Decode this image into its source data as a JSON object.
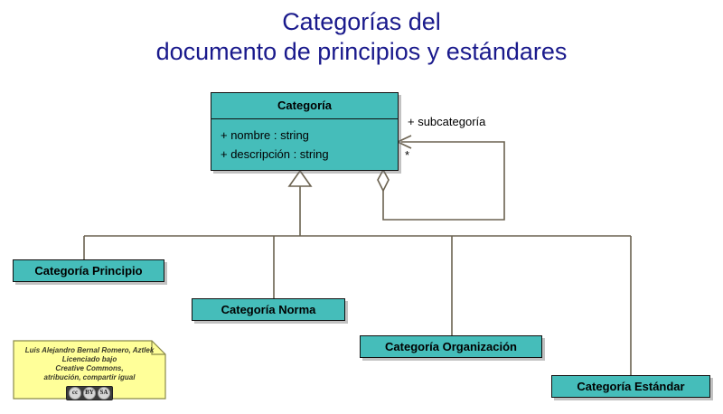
{
  "title": {
    "line1": "Categorías del",
    "line2": "documento de principios y estándares",
    "color": "#1a1a8c"
  },
  "colors": {
    "class_fill": "#45bdba",
    "class_border": "#111111",
    "edge": "#6b6250",
    "note_fill": "#ffff99",
    "note_border": "#8a8a4a",
    "title": "#1a1a8c"
  },
  "diagram": {
    "type": "uml-class-diagram",
    "root_class": {
      "name": "Categoría",
      "attributes": [
        "+ nombre : string",
        "+ descripción : string"
      ]
    },
    "self_association": {
      "role_label": "+ subcategoría",
      "multiplicity": "*",
      "source_end": "aggregation-diamond",
      "target_end": "open-arrow"
    },
    "subclasses": [
      {
        "name": "Categoría Principio"
      },
      {
        "name": "Categoría Norma"
      },
      {
        "name": "Categoría Organización"
      },
      {
        "name": "Categoría Estándar"
      }
    ],
    "generalization": "hollow-triangle"
  },
  "note": {
    "lines": [
      "Luis Alejandro Bernal Romero, Aztlek",
      "Licenciado bajo",
      "Creative Commons,",
      "atribución, compartir igual"
    ],
    "badge": {
      "cc": "cc",
      "by": "BY",
      "sa": "SA"
    }
  }
}
